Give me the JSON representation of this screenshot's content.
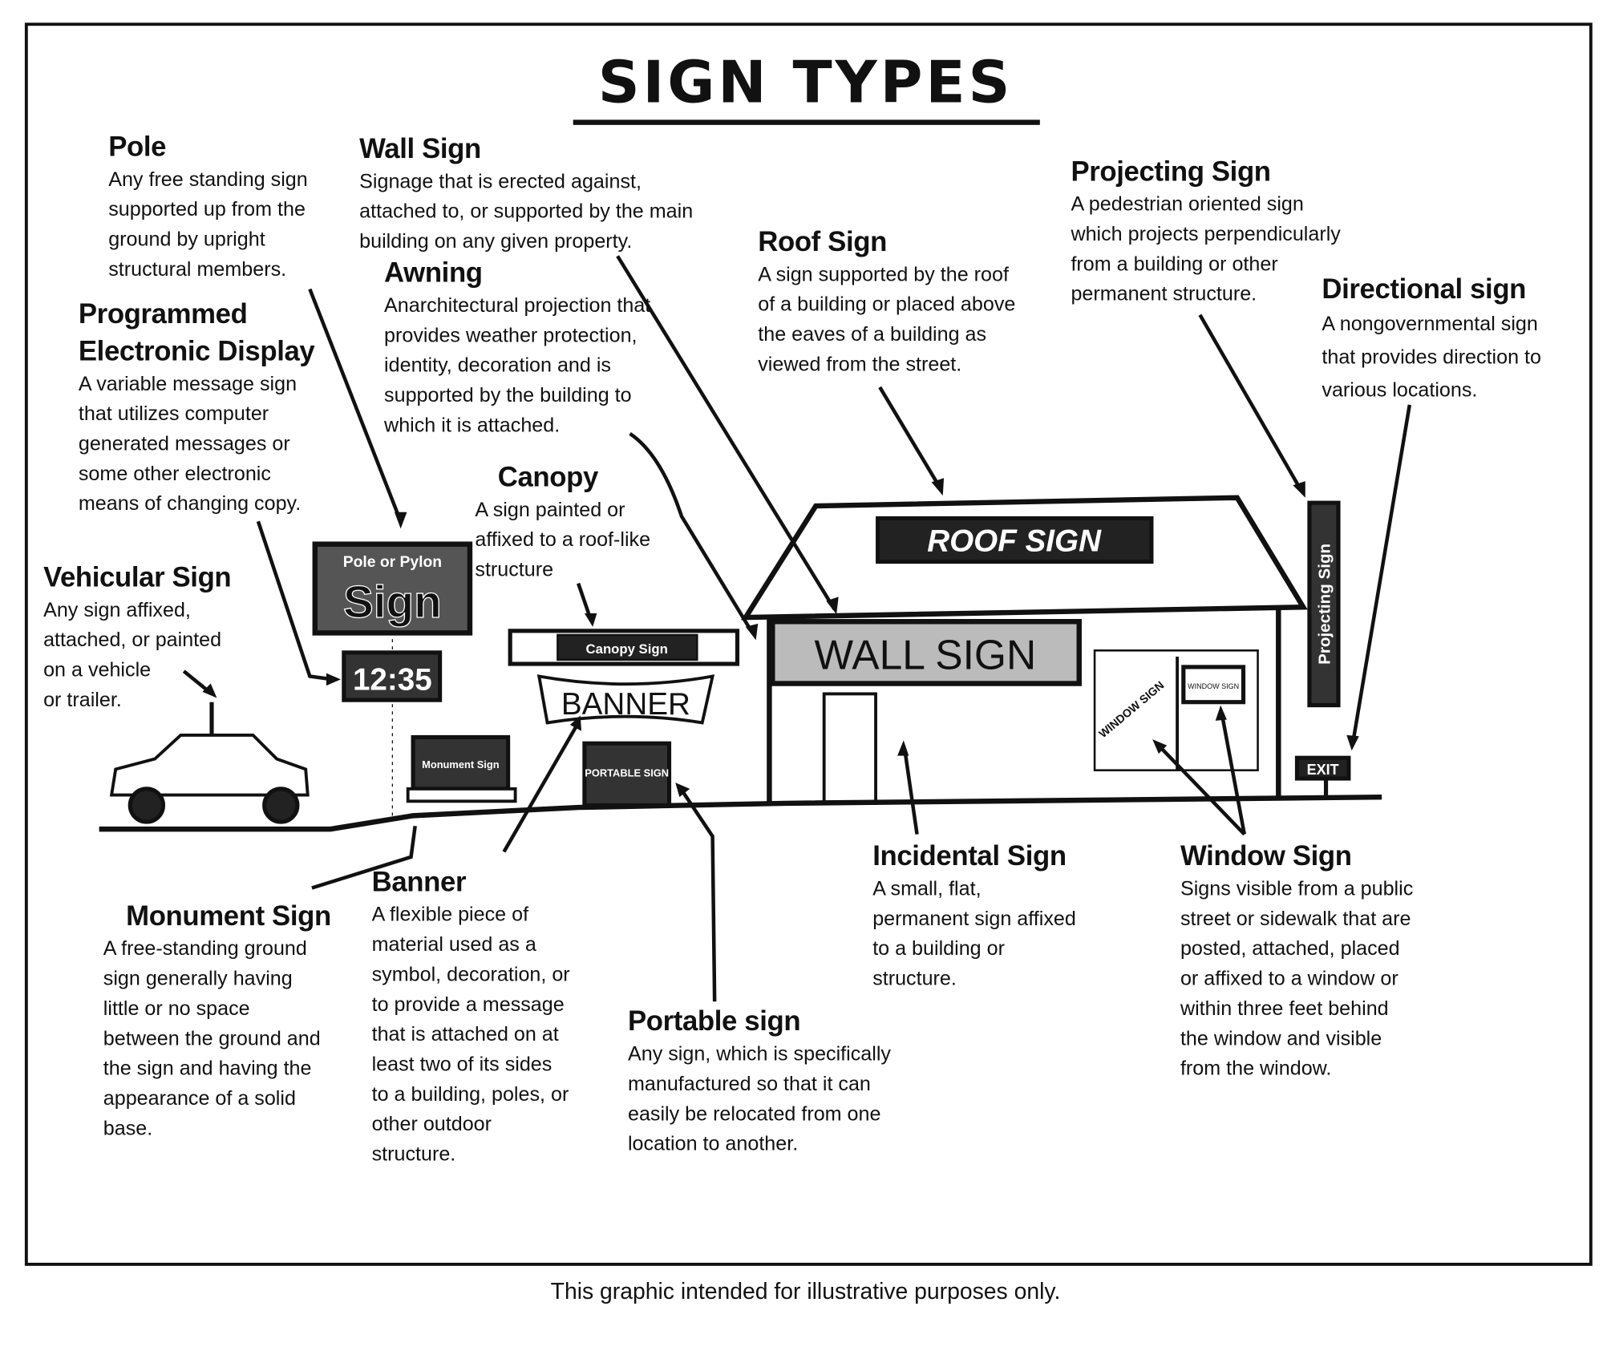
{
  "title": "SIGN TYPES",
  "footer": "This graphic intended for illustrative purposes only.",
  "sign_types": {
    "pole": {
      "name": "Pole",
      "desc": "Any free standing sign\nsupported up from the\nground by upright\nstructural members."
    },
    "wall": {
      "name": "Wall Sign",
      "desc": "Signage that is erected against,\nattached to, or supported by the main\nbuilding on any given property."
    },
    "awning": {
      "name": "Awning",
      "desc": "Anarchitectural projection that\nprovides weather protection,\nidentity, decoration and is\nsupported by the building to\nwhich it is attached."
    },
    "programmed": {
      "name": "Programmed\nElectronic Display",
      "desc": "A variable message sign\nthat utilizes computer\ngenerated messages or\nsome other electronic\nmeans of changing copy."
    },
    "roof": {
      "name": "Roof Sign",
      "desc": "A sign supported by the roof\nof a building or placed above\nthe eaves of a building as\nviewed from the street."
    },
    "projecting": {
      "name": "Projecting Sign",
      "desc": "A pedestrian oriented sign\nwhich projects perpendicularly\nfrom a building or other\npermanent structure."
    },
    "directional": {
      "name": "Directional sign",
      "desc": "A nongovernmental sign\nthat provides direction to\nvarious locations."
    },
    "canopy": {
      "name": "Canopy",
      "desc": "A sign painted or\naffixed to a roof-like\nstructure"
    },
    "vehicular": {
      "name": "Vehicular Sign",
      "desc": "Any sign affixed,\nattached, or painted\non a vehicle\nor trailer."
    },
    "incidental": {
      "name": "Incidental Sign",
      "desc": "A small, flat,\npermanent sign affixed\nto a building or\nstructure."
    },
    "window": {
      "name": "Window Sign",
      "desc": "Signs visible from a public\nstreet or sidewalk that are\nposted, attached, placed\nor affixed to a window or\nwithin three feet behind\nthe window and visible\nfrom the window."
    },
    "monument": {
      "name": "Monument Sign",
      "desc": "A free-standing ground\nsign generally having\nlittle or no space\nbetween the ground and\nthe sign and having the\nappearance of a solid\nbase."
    },
    "banner": {
      "name": "Banner",
      "desc": "A flexible piece of\nmaterial used as a\nsymbol, decoration, or\nto provide a message\nthat is attached on at\nleast two of its sides\nto a building, poles, or\nother outdoor\nstructure."
    },
    "portable": {
      "name": "Portable sign",
      "desc": "Any sign, which is specifically\nmanufactured so that it can\neasily be relocated from one\nlocation to another."
    }
  },
  "illustration": {
    "pole_sign_top": "Pole or Pylon",
    "pole_sign_main": "Sign",
    "clock": "12:35",
    "canopy_sign": "Canopy Sign",
    "banner": "BANNER",
    "roof_sign": "ROOF SIGN",
    "wall_sign": "WALL SIGN",
    "monument": "Monument Sign",
    "portable": "PORTABLE SIGN",
    "window": "WINDOW SIGN",
    "window_small": "WINDOW SIGN",
    "projecting": "Projecting Sign",
    "exit": "EXIT"
  }
}
